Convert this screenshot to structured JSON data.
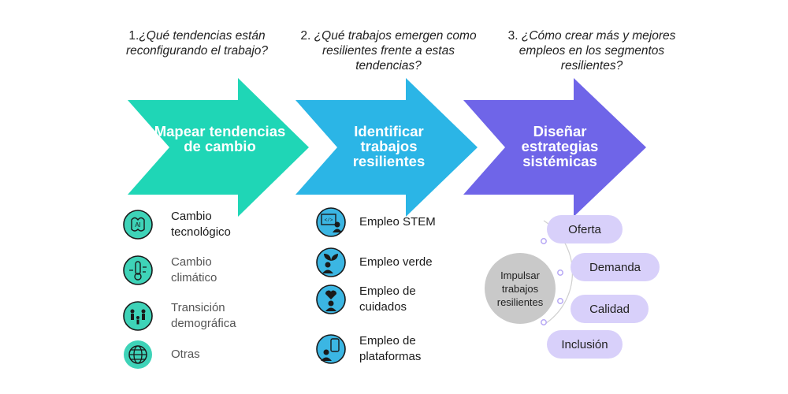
{
  "questions": [
    {
      "num": "1.",
      "text": "¿Qué tendencias están reconfigurando el trabajo?"
    },
    {
      "num": "2.",
      "text": "¿Qué trabajos emergen como resilientes frente a estas tendencias?"
    },
    {
      "num": "3.",
      "text": "¿Cómo crear más y mejores empleos en los segmentos resilientes?"
    }
  ],
  "arrows": [
    {
      "label": "Mapear tendencias de cambio",
      "color": "#1fd6b6"
    },
    {
      "label": "Identificar trabajos resilientes",
      "color": "#2bb5e6"
    },
    {
      "label": "Diseñar estrategias sistémicas",
      "color": "#6f65e8"
    }
  ],
  "trends": [
    {
      "label": "Cambio\ntecnológico",
      "icon": "ai-brain-icon"
    },
    {
      "label": "Cambio\nclimático",
      "icon": "thermometer-globe-icon"
    },
    {
      "label": "Transición\ndemográfica",
      "icon": "population-icon"
    },
    {
      "label": "Otras",
      "icon": "globe-icon"
    }
  ],
  "jobs": [
    {
      "label": "Empleo STEM",
      "icon": "code-monitor-person-icon"
    },
    {
      "label": "Empleo verde",
      "icon": "leaf-person-icon"
    },
    {
      "label": "Empleo de\ncuidados",
      "icon": "heart-person-icon"
    },
    {
      "label": "Empleo de\nplataformas",
      "icon": "phone-person-icon"
    }
  ],
  "strategy": {
    "hub": "Impulsar\ntrabajos\nresilientes",
    "pills": [
      "Oferta",
      "Demanda",
      "Calidad",
      "Inclusión"
    ]
  },
  "colors": {
    "teal_icon": "#3ed3b8",
    "blue_icon": "#3bb6e3",
    "pill": "#d8d0fa",
    "hub": "#c9c9c9"
  }
}
